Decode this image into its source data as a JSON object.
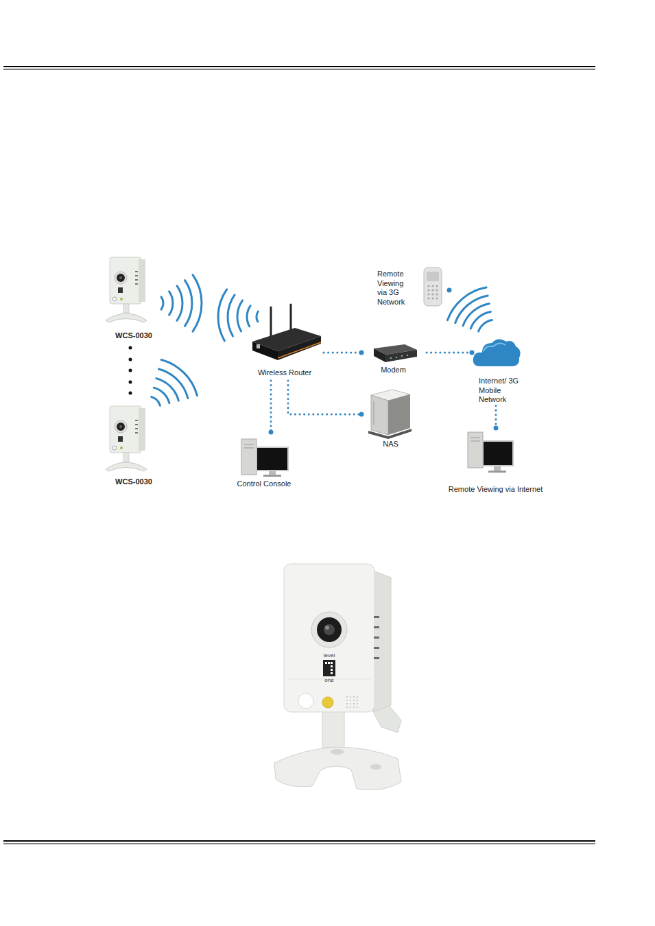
{
  "diagram": {
    "nodes": [
      {
        "text": [
          "WCS-0030"
        ]
      },
      {
        "text": [
          "Remote Viewing via 3G Network"
        ]
      },
      {
        "text": [
          "Wireless Router"
        ]
      },
      {
        "text": [
          "Modem"
        ]
      },
      {
        "text": [
          "Internet/ 3G Mobile Network"
        ]
      },
      {
        "text": [
          "NAS"
        ]
      },
      {
        "text": [
          "WCS-0030"
        ]
      },
      {
        "text": [
          "Control Console"
        ]
      },
      {
        "text": [
          "Remote Viewing via Internet"
        ]
      }
    ],
    "edges": [
      {
        "from": 2,
        "to": 3,
        "arrow": "none"
      },
      {
        "from": 3,
        "to": 4,
        "arrow": "none"
      },
      {
        "from": 2,
        "to": 7,
        "arrow": "none"
      },
      {
        "from": 2,
        "to": 5,
        "arrow": "none"
      },
      {
        "from": 4,
        "to": 8,
        "arrow": "none"
      }
    ],
    "labels": [
      "level",
      "one"
    ]
  }
}
